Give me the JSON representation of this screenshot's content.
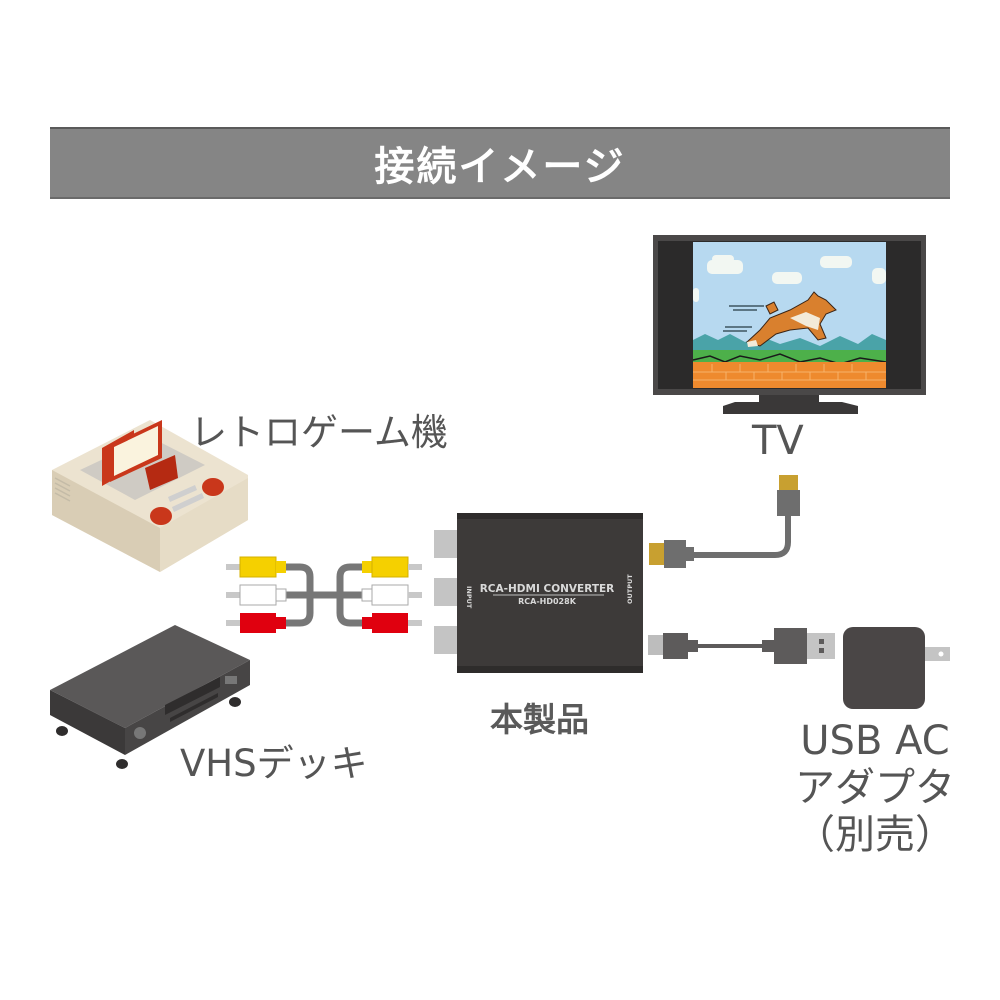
{
  "banner": {
    "title": "接続イメージ"
  },
  "devices": {
    "retro_console": {
      "label": "レトロゲーム機"
    },
    "vhs_deck": {
      "label": "VHSデッキ"
    },
    "product": {
      "label": "本製品",
      "name_plate": "RCA-HDMI CONVERTER",
      "model": "RCA-HD028K",
      "input_port_label": "INPUT",
      "output_port_label": "OUTPUT"
    },
    "tv": {
      "label": "TV"
    },
    "usb_ac_adapter": {
      "label_line1": "USB AC",
      "label_line2": "アダプタ",
      "label_line3": "（別売）"
    }
  },
  "cables": {
    "rca": {
      "plug_colors": [
        "#f5d000",
        "#ffffff",
        "#e0000f"
      ]
    },
    "hdmi": {
      "plug_color": "#c8a030"
    },
    "usb": {
      "plug_color": "#bdbdbd"
    }
  },
  "colors": {
    "banner_bg": "#858585",
    "label_text": "#555555",
    "device_dark": "#3d3a39",
    "cable_gray": "#707070"
  }
}
